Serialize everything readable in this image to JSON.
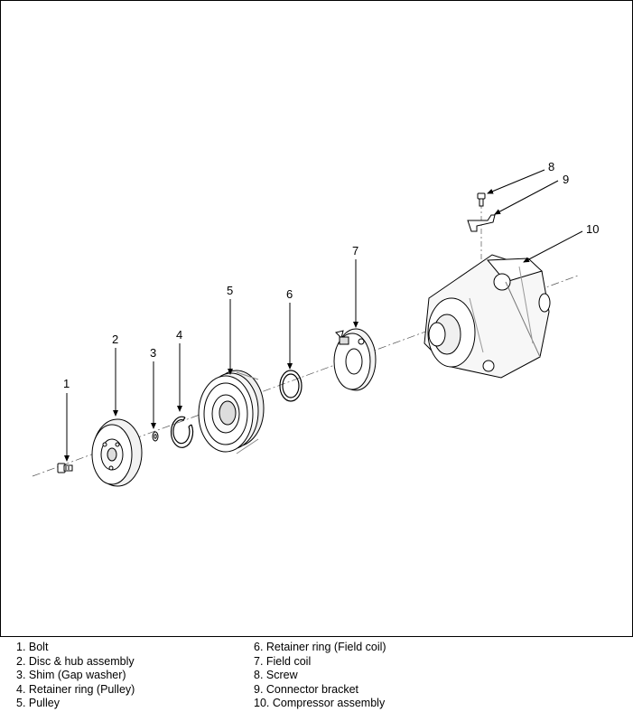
{
  "callouts": [
    "1",
    "2",
    "3",
    "4",
    "5",
    "6",
    "7",
    "8",
    "9",
    "10"
  ],
  "legend": {
    "left": [
      "1. Bolt",
      "2. Disc & hub assembly",
      "3. Shim (Gap washer)",
      "4. Retainer ring (Pulley)",
      "5. Pulley"
    ],
    "right": [
      "6. Retainer ring (Field coil)",
      "7. Field coil",
      "8. Screw",
      "9. Connector bracket",
      "10. Compressor assembly"
    ]
  }
}
